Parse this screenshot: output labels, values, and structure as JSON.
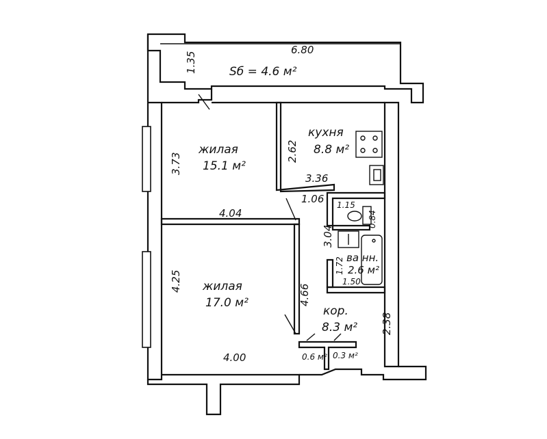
{
  "balcony": {
    "width": "6.80",
    "depth": "1.35",
    "area": "Sб = 4.6 м²"
  },
  "rooms": {
    "living_upper": {
      "name": "жилая",
      "area": "15.1 м²",
      "width": "4.04",
      "height": "3.73"
    },
    "living_lower": {
      "name": "жилая",
      "area": "17.0 м²",
      "width": "4.00",
      "height": "4.25"
    },
    "kitchen": {
      "name": "кухня",
      "area": "8.8 м²",
      "height": "2.62",
      "width": "3.36"
    },
    "corridor": {
      "name": "кор.",
      "area": "8.3 м²",
      "height": "4.66",
      "right_height": "2.38",
      "passage_width": "1.06"
    },
    "bathroom": {
      "name": "ва нн.",
      "area": "2.6 м²",
      "width": "1.50",
      "height": "1.72"
    },
    "toilet": {
      "width": "1.15",
      "depth": "0.84"
    },
    "bath_label": "3.04",
    "closet_a": {
      "area": "0.6 м²"
    },
    "closet_b": {
      "area": "0.3 м²"
    }
  }
}
